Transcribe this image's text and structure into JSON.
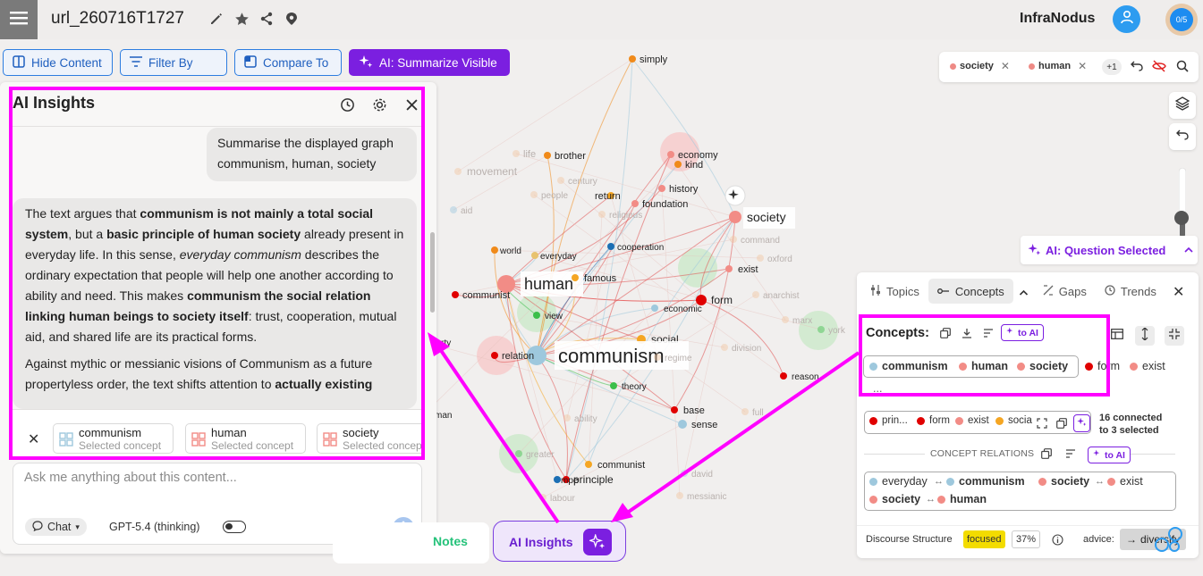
{
  "header": {
    "doc_title": "url_260716T1727",
    "brand": "InfraNodus",
    "progress": "0/5"
  },
  "toolbar": {
    "hide_content": "Hide Content",
    "filter_by": "Filter By",
    "compare_to": "Compare To",
    "ai_summarize": "AI: Summarize Visible"
  },
  "graph": {
    "nodes": [
      {
        "label": "simply",
        "color": "#f08a1a"
      },
      {
        "label": "brother",
        "color": "#f08a1a"
      },
      {
        "label": "economy",
        "color": "#f28c86"
      },
      {
        "label": "kind",
        "color": "#f08a1a"
      },
      {
        "label": "history",
        "color": "#f28c86"
      },
      {
        "label": "return",
        "color": "#f5a623"
      },
      {
        "label": "foundation",
        "color": "#f28c86"
      },
      {
        "label": "society",
        "color": "#f28c86"
      },
      {
        "label": "world",
        "color": "#f08a1a"
      },
      {
        "label": "everyday",
        "color": "#e8c26e"
      },
      {
        "label": "cooperation",
        "color": "#1c6fb4"
      },
      {
        "label": "exist",
        "color": "#f28c86"
      },
      {
        "label": "human",
        "color": "#f28c86"
      },
      {
        "label": "famous",
        "color": "#f5a623"
      },
      {
        "label": "form",
        "color": "#e00000"
      },
      {
        "label": "communist",
        "color": "#e00000"
      },
      {
        "label": "view",
        "color": "#3cbf4a"
      },
      {
        "label": "economic",
        "color": "#9ec8dd"
      },
      {
        "label": "social",
        "color": "#f5a623"
      },
      {
        "label": "communism",
        "color": "#9ec8dd"
      },
      {
        "label": "relation",
        "color": "#e00000"
      },
      {
        "label": "reason",
        "color": "#e00000"
      },
      {
        "label": "theory",
        "color": "#3cbf4a"
      },
      {
        "label": "base",
        "color": "#e00000"
      },
      {
        "label": "sense",
        "color": "#9ec8dd"
      },
      {
        "label": "communist",
        "color": "#f5a623"
      },
      {
        "label": "principle",
        "color": "#e00000"
      },
      {
        "label": "movement",
        "color": "#f2c6a0"
      },
      {
        "label": "life",
        "color": "#f2c6a0"
      },
      {
        "label": "century",
        "color": "#f2c6a0"
      },
      {
        "label": "people",
        "color": "#f2c6a0"
      },
      {
        "label": "aid",
        "color": "#9ec8dd"
      },
      {
        "label": "oxford",
        "color": "#f2c6a0"
      },
      {
        "label": "command",
        "color": "#f2c6a0"
      },
      {
        "label": "anarchist",
        "color": "#f2c6a0"
      },
      {
        "label": "marx",
        "color": "#f2c6a0"
      },
      {
        "label": "york",
        "color": "#3cbf4a"
      },
      {
        "label": "division",
        "color": "#f2c6a0"
      },
      {
        "label": "perty",
        "color": "#f08a1a"
      },
      {
        "label": "man",
        "color": "#f08a1a"
      },
      {
        "label": "ability",
        "color": "#f2c6a0"
      },
      {
        "label": "greater",
        "color": "#3cbf4a"
      },
      {
        "label": "labour",
        "color": "#f2c6a0"
      },
      {
        "label": "messianic",
        "color": "#f2c6a0"
      },
      {
        "label": "david",
        "color": "#9ec8dd"
      },
      {
        "label": "full",
        "color": "#f2c6a0"
      },
      {
        "label": "religious",
        "color": "#f2c6a0"
      },
      {
        "label": "regime",
        "color": "#f2c6a0"
      },
      {
        "label": "mpe",
        "color": "#1c6fb4"
      }
    ]
  },
  "ai_panel": {
    "title": "AI Insights",
    "user_message": "Summarise the displayed graph communism, human, society",
    "assistant": {
      "p1": [
        {
          "t": "The text argues that ",
          "b": false
        },
        {
          "t": "communism is not mainly a total social system",
          "b": true
        },
        {
          "t": ", but a ",
          "b": false
        },
        {
          "t": "basic principle of human society",
          "b": true
        },
        {
          "t": " already present in everyday life. In this sense, ",
          "b": false
        },
        {
          "t": "everyday communism",
          "i": true
        },
        {
          "t": " describes the ordinary expectation that people will help one another according to ability and need. This makes ",
          "b": false
        },
        {
          "t": "communism the social relation linking human beings to society itself",
          "b": true
        },
        {
          "t": ": trust, cooperation, mutual aid, and shared life are its practical forms.",
          "b": false
        }
      ],
      "p2": [
        {
          "t": "Against mythic or messianic visions of Communism as a future propertyless order, the text shifts attention to ",
          "b": false
        },
        {
          "t": "actually existing",
          "b": true
        }
      ]
    },
    "chips": [
      {
        "name": "communism",
        "sub": "Selected concept",
        "color": "#9ec8dd"
      },
      {
        "name": "human",
        "sub": "Selected concept",
        "color": "#f28c86"
      },
      {
        "name": "society",
        "sub": "Selected concept",
        "color": "#f28c86"
      }
    ],
    "input_placeholder": "Ask me anything about this content...",
    "mode": "Chat",
    "model": "GPT-5.4 (thinking)"
  },
  "bottom_tabs": {
    "notes": "Notes",
    "ai_insights": "AI Insights"
  },
  "filter_bar": {
    "chips": [
      "society",
      "human"
    ],
    "more": "+1"
  },
  "question_selected": "AI: Question Selected",
  "concept_panel": {
    "tabs": [
      "Topics",
      "Concepts",
      "Gaps",
      "Trends"
    ],
    "concepts_label": "Concepts:",
    "to_ai": "to AI",
    "selected": [
      {
        "name": "communism",
        "color": "#9ec8dd"
      },
      {
        "name": "human",
        "color": "#f28c86"
      },
      {
        "name": "society",
        "color": "#f28c86"
      }
    ],
    "others": [
      {
        "name": "form",
        "color": "#e00000"
      },
      {
        "name": "exist",
        "color": "#f28c86"
      }
    ],
    "more": "...",
    "row2": [
      {
        "name": "prin...",
        "color": "#e00000"
      },
      {
        "name": "form",
        "color": "#e00000"
      },
      {
        "name": "exist",
        "color": "#f28c86"
      },
      {
        "name": "socia",
        "color": "#f5a623"
      }
    ],
    "connected_line1": "16 connected",
    "connected_line2": "to 3 selected",
    "relations_title": "CONCEPT RELATIONS",
    "relations": [
      {
        "a": "everyday",
        "ac": "#9ec8dd",
        "b": "communism",
        "bc": "#9ec8dd"
      },
      {
        "a": "society",
        "ac": "#f28c86",
        "b": "exist",
        "bc": "#f28c86"
      },
      {
        "a": "society",
        "ac": "#f28c86",
        "b": "human",
        "bc": "#f28c86"
      }
    ],
    "discourse_label": "Discourse Structure",
    "discourse_value": "focused",
    "discourse_pct": "37%",
    "advice_label": "advice:",
    "advice_value": "diversify"
  },
  "colors": {
    "accent_purple": "#7b1fe0",
    "highlight_magenta": "#ff00ff",
    "blue": "#2d7de0"
  }
}
